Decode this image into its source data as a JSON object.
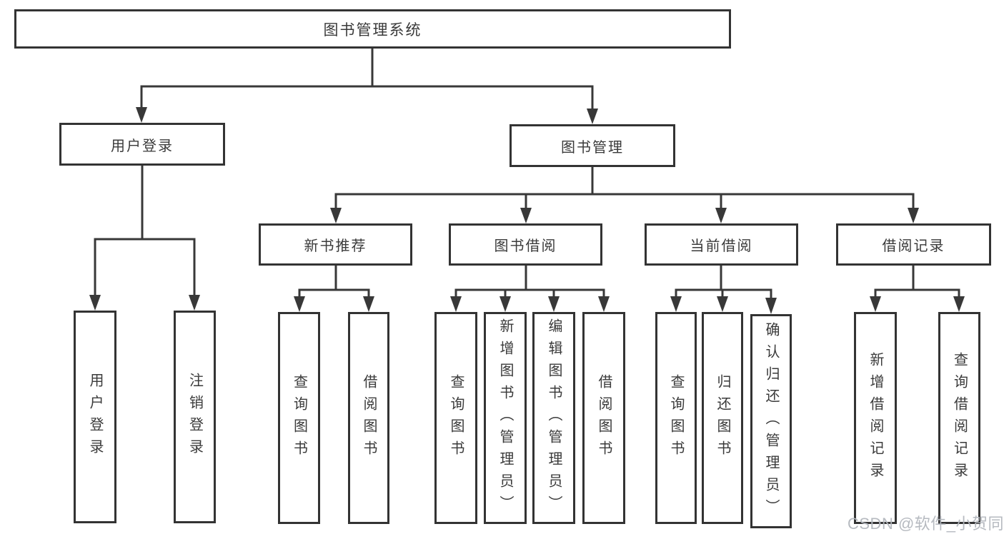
{
  "diagram": {
    "type": "hierarchy-tree",
    "tree": {
      "label": "图书管理系统",
      "children": [
        {
          "label": "用户登录",
          "children": [
            {
              "label": "用户登录"
            },
            {
              "label": "注销登录"
            }
          ]
        },
        {
          "label": "图书管理",
          "children": [
            {
              "label": "新书推荐",
              "children": [
                {
                  "label": "查询图书"
                },
                {
                  "label": "借阅图书"
                }
              ]
            },
            {
              "label": "图书借阅",
              "children": [
                {
                  "label": "查询图书"
                },
                {
                  "label": "新增图书（管理员）"
                },
                {
                  "label": "编辑图书（管理员）"
                },
                {
                  "label": "借阅图书"
                }
              ]
            },
            {
              "label": "当前借阅",
              "children": [
                {
                  "label": "查询图书"
                },
                {
                  "label": "归还图书"
                },
                {
                  "label": "确认归还（管理员）"
                }
              ]
            },
            {
              "label": "借阅记录",
              "children": [
                {
                  "label": "新增借阅记录"
                },
                {
                  "label": "查询借阅记录"
                }
              ]
            }
          ]
        }
      ]
    },
    "colors": {
      "line": "#383838",
      "box_border": "#333333",
      "text": "#3a3a3a",
      "background": "#ffffff",
      "watermark": "#b2b6bd"
    }
  },
  "watermark": {
    "text": "CSDN @软件_小贺同学"
  }
}
